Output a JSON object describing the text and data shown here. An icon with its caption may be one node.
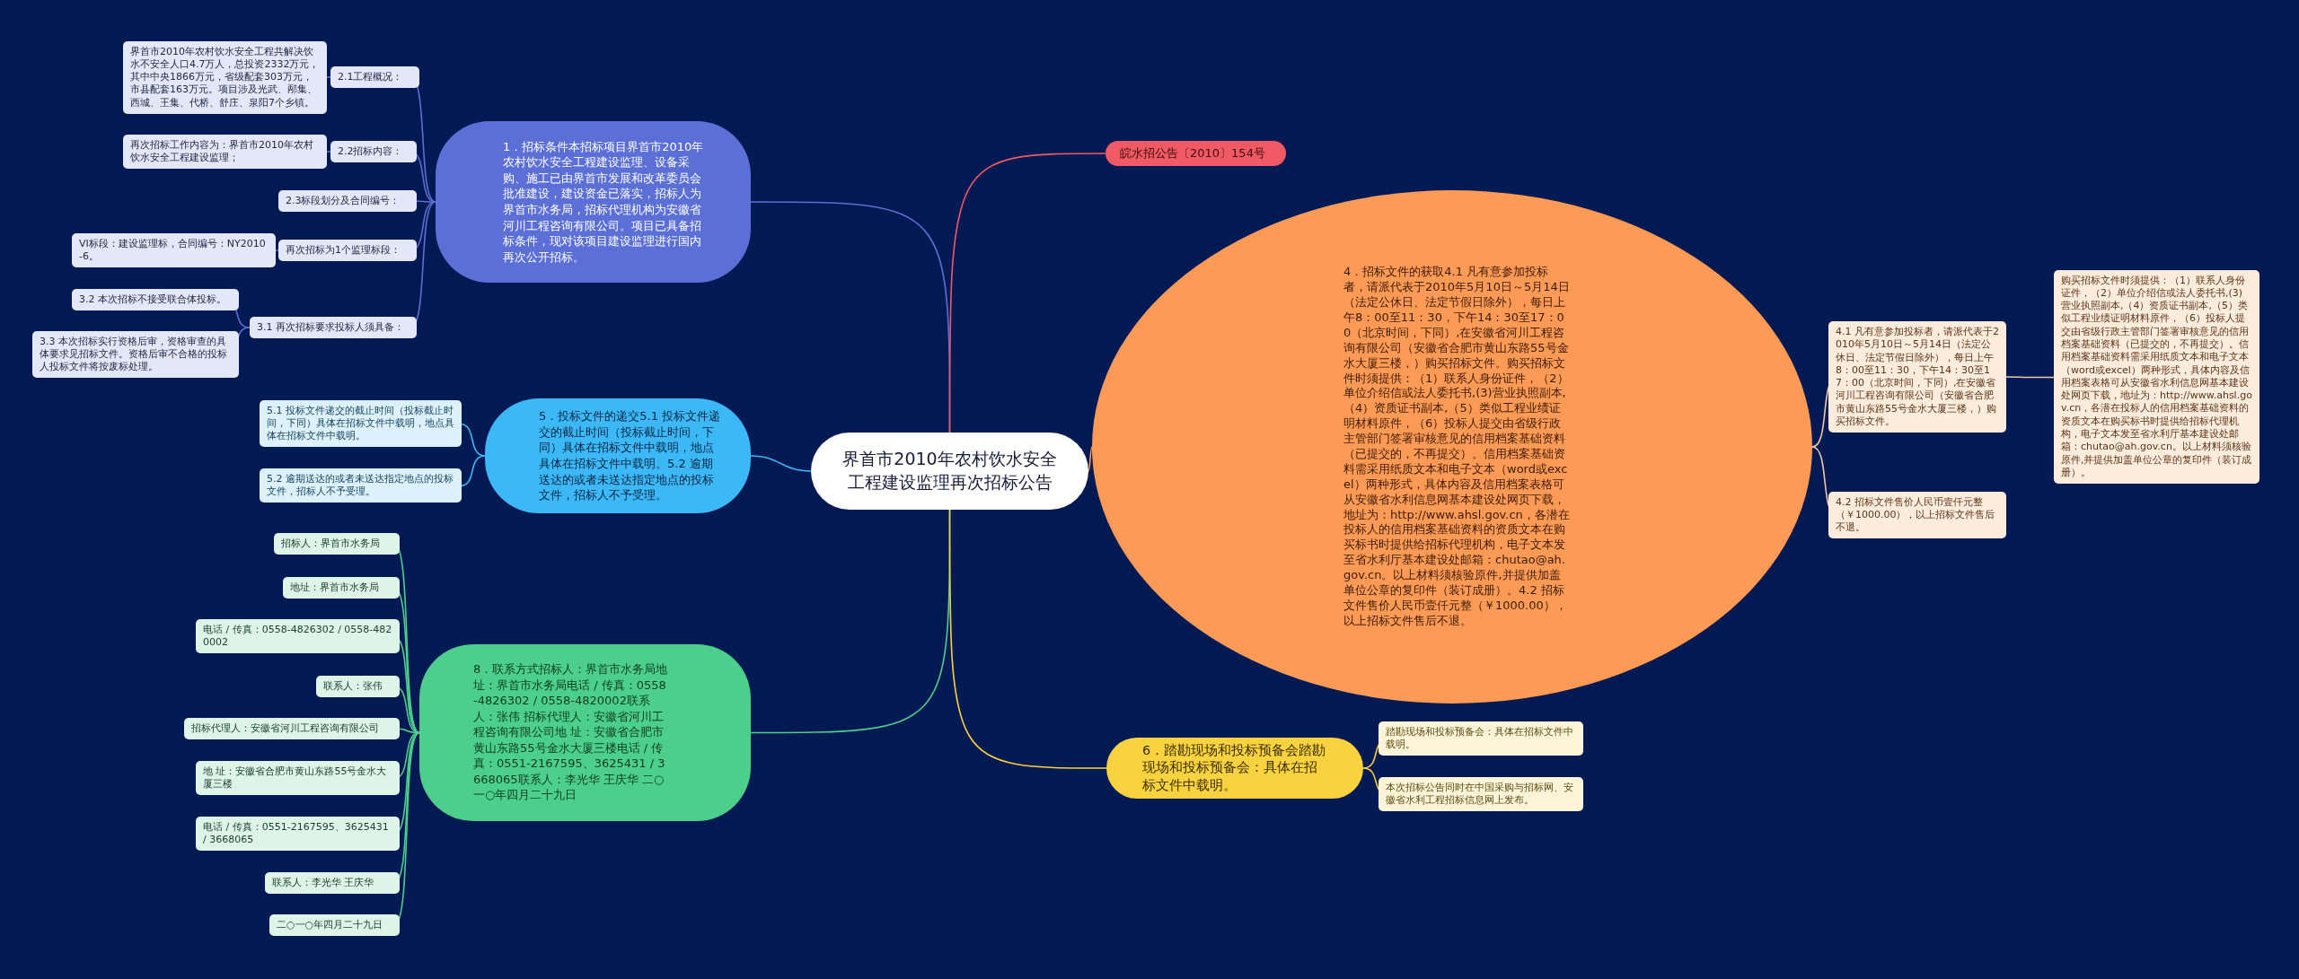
{
  "diagram": {
    "nodes": [
      {
        "text": [
          "界首市2010年农村饮水安全工程建设监理再次招标公告"
        ]
      },
      {
        "text": [
          "1．招标条件本招标项目界首市2010年农村饮水安全工程建设监理、设备采购、施工已由界首市发展和改革委员会批准建设，建设资金已落实，招标人为界首市水务局，招标代理机构为安徽省河川工程咨询有限公司。项目已具备招标条件，现对该项目建设监理进行国内再次公开招标。"
        ]
      },
      {
        "text": [
          "2.1工程概况："
        ]
      },
      {
        "text": [
          "界首市2010年农村饮水安全工程共解决饮水不安全人口4.7万人，总投资2332万元，其中中央1866万元，省级配套303万元，市县配套163万元。项目涉及光武、邴集、西城、王集、代桥、舒庄、泉阳7个乡镇。"
        ]
      },
      {
        "text": [
          "2.2招标内容："
        ]
      },
      {
        "text": [
          "再次招标工作内容为：界首市2010年农村饮水安全工程建设监理；"
        ]
      },
      {
        "text": [
          "2.3标段划分及合同编号："
        ]
      },
      {
        "text": [
          "再次招标为1个监理标段："
        ]
      },
      {
        "text": [
          "VI标段：建设监理标，合同编号：NY2010-6。"
        ]
      },
      {
        "text": [
          "3.1 再次招标要求投标人须具备："
        ]
      },
      {
        "text": [
          "3.2 本次招标不接受联合体投标。"
        ]
      },
      {
        "text": [
          "3.3 本次招标实行资格后审，资格审查的具体要求见招标文件。资格后审不合格的投标人投标文件将按废标处理。"
        ]
      },
      {
        "text": [
          "5．投标文件的递交5.1 投标文件递交的截止时间（投标截止时间，下同）具体在招标文件中载明，地点具体在招标文件中载明。5.2 逾期送达的或者未送达指定地点的投标文件，招标人不予受理。"
        ]
      },
      {
        "text": [
          "5.1 投标文件递交的截止时间（投标截止时间，下同）具体在招标文件中载明，地点具体在招标文件中载明。"
        ]
      },
      {
        "text": [
          "5.2 逾期送达的或者未送达指定地点的投标文件，招标人不予受理。"
        ]
      },
      {
        "text": [
          "8．联系方式招标人：界首市水务局地址：界首市水务局电话 / 传真：0558-4826302 / 0558-4820002联系人：张伟 招标代理人：安徽省河川工程咨询有限公司地 址：安徽省合肥市黄山东路55号金水大厦三楼电话 / 传真：0551-2167595、3625431 / 3668065联系人：李光华  王庆华 二○一○年四月二十九日"
        ]
      },
      {
        "text": [
          "招标人：界首市水务局"
        ]
      },
      {
        "text": [
          "地址：界首市水务局"
        ]
      },
      {
        "text": [
          "电话 / 传真：0558-4826302 / 0558-4820002"
        ]
      },
      {
        "text": [
          "联系人：张伟"
        ]
      },
      {
        "text": [
          "招标代理人：安徽省河川工程咨询有限公司"
        ]
      },
      {
        "text": [
          "地 址：安徽省合肥市黄山东路55号金水大厦三楼"
        ]
      },
      {
        "text": [
          "电话 / 传真：0551-2167595、3625431 / 3668065"
        ]
      },
      {
        "text": [
          "联系人：李光华  王庆华"
        ]
      },
      {
        "text": [
          "二○一○年四月二十九日"
        ]
      },
      {
        "text": [
          "皖水招公告〔2010〕154号"
        ]
      },
      {
        "text": [
          "4．招标文件的获取4.1 凡有意参加投标者，请派代表于2010年5月10日～5月14日（法定公休日、法定节假日除外），每日上午8：00至11：30，下午14：30至17：00（北京时间，下同）,在安徽省河川工程咨询有限公司（安徽省合肥市黄山东路55号金水大厦三楼，）购买招标文件。购买招标文件时须提供：（1）联系人身份证件，（2）单位介绍信或法人委托书,(3)营业执照副本,（4）资质证书副本,（5）类似工程业绩证明材料原件，（6）投标人提交由省级行政主管部门签署审核意见的信用档案基础资料（已提交的，不再提交）。信用档案基础资料需采用纸质文本和电子文本（word或excel）两种形式，具体内容及信用档案表格可从安徽省水利信息网基本建设处网页下载，地址为：http://www.ahsl.gov.cn，各潜在投标人的信用档案基础资料的资质文本在购买标书时提供给招标代理机构，电子文本发至省水利厅基本建设处邮箱：chutao@ah.gov.cn。以上材料须核验原件,并提供加盖单位公章的复印件（装订成册）。4.2 招标文件售价人民币壹仟元整（￥1000.00），以上招标文件售后不退。"
        ]
      },
      {
        "text": [
          "4.1 凡有意参加投标者，请派代表于2010年5月10日～5月14日（法定公休日、法定节假日除外），每日上午8：00至11：30，下午14：30至17：00（北京时间，下同）,在安徽省河川工程咨询有限公司（安徽省合肥市黄山东路55号金水大厦三楼，）购买招标文件。"
        ]
      },
      {
        "text": [
          "购买招标文件时须提供：（1）联系人身份证件，（2）单位介绍信或法人委托书,(3)营业执照副本,（4）资质证书副本,（5）类似工程业绩证明材料原件，（6）投标人提交由省级行政主管部门签署审核意见的信用档案基础资料（已提交的，不再提交）。信用档案基础资料需采用纸质文本和电子文本（word或excel）两种形式，具体内容及信用档案表格可从安徽省水利信息网基本建设处网页下载，地址为：http://www.ahsl.gov.cn，各潜在投标人的信用档案基础资料的资质文本在购买标书时提供给招标代理机构，电子文本发至省水利厅基本建设处邮箱：chutao@ah.gov.cn。以上材料须核验原件,并提供加盖单位公章的复印件（装订成册）。"
        ]
      },
      {
        "text": [
          "4.2 招标文件售价人民币壹仟元整（￥1000.00），以上招标文件售后不退。"
        ]
      },
      {
        "text": [
          "6．踏勘现场和投标预备会踏勘现场和投标预备会：具体在招标文件中载明。"
        ]
      },
      {
        "text": [
          "踏勘现场和投标预备会：具体在招标文件中载明。"
        ]
      },
      {
        "text": [
          "本次招标公告同时在中国采购与招标网、安徽省水利工程招标信息网上发布。"
        ]
      }
    ],
    "edges": [
      {
        "from": 0,
        "to": 1,
        "arrow": "none",
        "color": "#5b6fd6"
      },
      {
        "from": 0,
        "to": 12,
        "arrow": "none",
        "color": "#3bb8f5"
      },
      {
        "from": 0,
        "to": 15,
        "arrow": "none",
        "color": "#4ccf8a"
      },
      {
        "from": 0,
        "to": 25,
        "arrow": "none",
        "color": "#f05a64"
      },
      {
        "from": 0,
        "to": 26,
        "arrow": "none",
        "color": "#fc9a56"
      },
      {
        "from": 0,
        "to": 30,
        "arrow": "none",
        "color": "#f9d23f"
      },
      {
        "from": 1,
        "to": 2,
        "arrow": "none",
        "color": "#5b6fd6"
      },
      {
        "from": 1,
        "to": 4,
        "arrow": "none",
        "color": "#5b6fd6"
      },
      {
        "from": 1,
        "to": 6,
        "arrow": "none",
        "color": "#5b6fd6"
      },
      {
        "from": 1,
        "to": 7,
        "arrow": "none",
        "color": "#5b6fd6"
      },
      {
        "from": 1,
        "to": 9,
        "arrow": "none",
        "color": "#5b6fd6"
      },
      {
        "from": 2,
        "to": 3,
        "arrow": "none",
        "color": "#5b6fd6"
      },
      {
        "from": 4,
        "to": 5,
        "arrow": "none",
        "color": "#5b6fd6"
      },
      {
        "from": 7,
        "to": 8,
        "arrow": "none",
        "color": "#5b6fd6"
      },
      {
        "from": 9,
        "to": 10,
        "arrow": "none",
        "color": "#5b6fd6"
      },
      {
        "from": 9,
        "to": 11,
        "arrow": "none",
        "color": "#5b6fd6"
      },
      {
        "from": 12,
        "to": 13,
        "arrow": "none",
        "color": "#3bb8f5"
      },
      {
        "from": 12,
        "to": 14,
        "arrow": "none",
        "color": "#3bb8f5"
      },
      {
        "from": 15,
        "to": 16,
        "arrow": "none",
        "color": "#4ccf8a"
      },
      {
        "from": 15,
        "to": 17,
        "arrow": "none",
        "color": "#4ccf8a"
      },
      {
        "from": 15,
        "to": 18,
        "arrow": "none",
        "color": "#4ccf8a"
      },
      {
        "from": 15,
        "to": 19,
        "arrow": "none",
        "color": "#4ccf8a"
      },
      {
        "from": 15,
        "to": 20,
        "arrow": "none",
        "color": "#4ccf8a"
      },
      {
        "from": 15,
        "to": 21,
        "arrow": "none",
        "color": "#4ccf8a"
      },
      {
        "from": 15,
        "to": 22,
        "arrow": "none",
        "color": "#4ccf8a"
      },
      {
        "from": 15,
        "to": 23,
        "arrow": "none",
        "color": "#4ccf8a"
      },
      {
        "from": 15,
        "to": 24,
        "arrow": "none",
        "color": "#4ccf8a"
      },
      {
        "from": 26,
        "to": 27,
        "arrow": "none",
        "color": "#f0c8a8"
      },
      {
        "from": 26,
        "to": 29,
        "arrow": "none",
        "color": "#f0c8a8"
      },
      {
        "from": 27,
        "to": 28,
        "arrow": "none",
        "color": "#f0c8a8"
      },
      {
        "from": 30,
        "to": 31,
        "arrow": "none",
        "color": "#f9d23f"
      },
      {
        "from": 30,
        "to": 32,
        "arrow": "none",
        "color": "#f9d23f"
      }
    ]
  }
}
